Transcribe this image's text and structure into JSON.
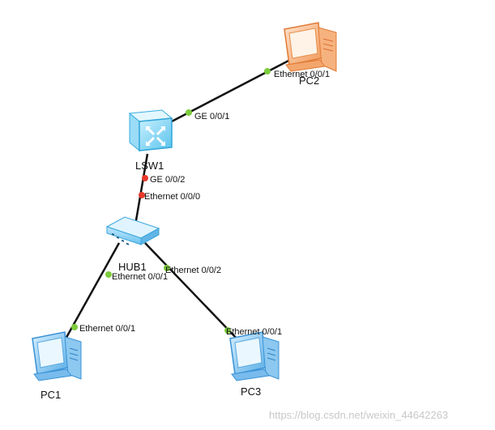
{
  "devices": {
    "pc2": {
      "name": "PC2"
    },
    "lsw1": {
      "name": "LSW1"
    },
    "hub1": {
      "name": "HUB1"
    },
    "pc1": {
      "name": "PC1"
    },
    "pc3": {
      "name": "PC3"
    }
  },
  "ports": {
    "pc2_eth": "Ethernet 0/0/1",
    "lsw1_ge1": "GE 0/0/1",
    "lsw1_ge2": "GE 0/0/2",
    "hub1_eth0": "Ethernet 0/0/0",
    "hub1_eth1": "Ethernet 0/0/1",
    "hub1_eth2": "Ethernet 0/0/2",
    "pc1_eth": "Ethernet 0/0/1",
    "pc3_eth": "Ethernet 0/0/1"
  },
  "link_status_colors": {
    "up": "#7dcc3c",
    "down": "#e8392b"
  },
  "watermark": "https://blog.csdn.net/weixin_44642263"
}
